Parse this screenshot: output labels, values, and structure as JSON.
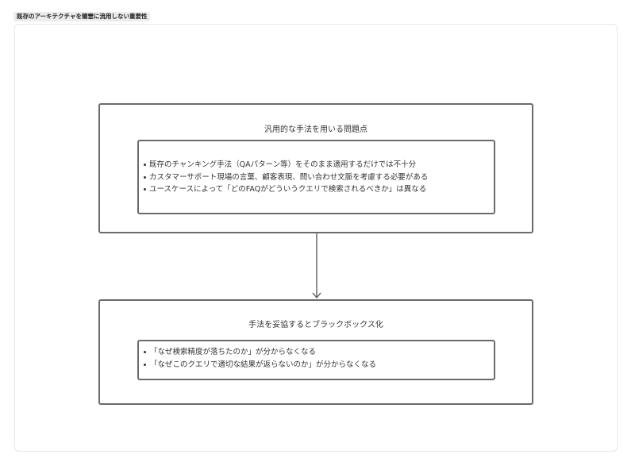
{
  "title": "既存のアーキテクチャを闇雲に流用しない重要性",
  "colors": {
    "border": "#6b6b6b",
    "text": "#333333",
    "badge_bg": "#ececec",
    "frame_border": "#e8e8e8"
  },
  "diagram": {
    "boxes": [
      {
        "title": "汎用的な手法を用いる問題点",
        "items": [
          "既存のチャンキング手法（QAパターン等）をそのまま適用するだけでは不十分",
          "カスタマーサポート現場の言葉、顧客表現、問い合わせ文脈を考慮する必要がある",
          "ユースケースによって「どのFAQがどういうクエリで検索されるべきか」は異なる"
        ]
      },
      {
        "title": "手法を妥協するとブラックボックス化",
        "items": [
          "「なぜ検索精度が落ちたのか」が分からなくなる",
          "「なぜこのクエリで適切な結果が返らないのか」が分からなくなる"
        ]
      }
    ],
    "edges": [
      {
        "from": 0,
        "to": 1,
        "type": "arrow-down"
      }
    ]
  }
}
